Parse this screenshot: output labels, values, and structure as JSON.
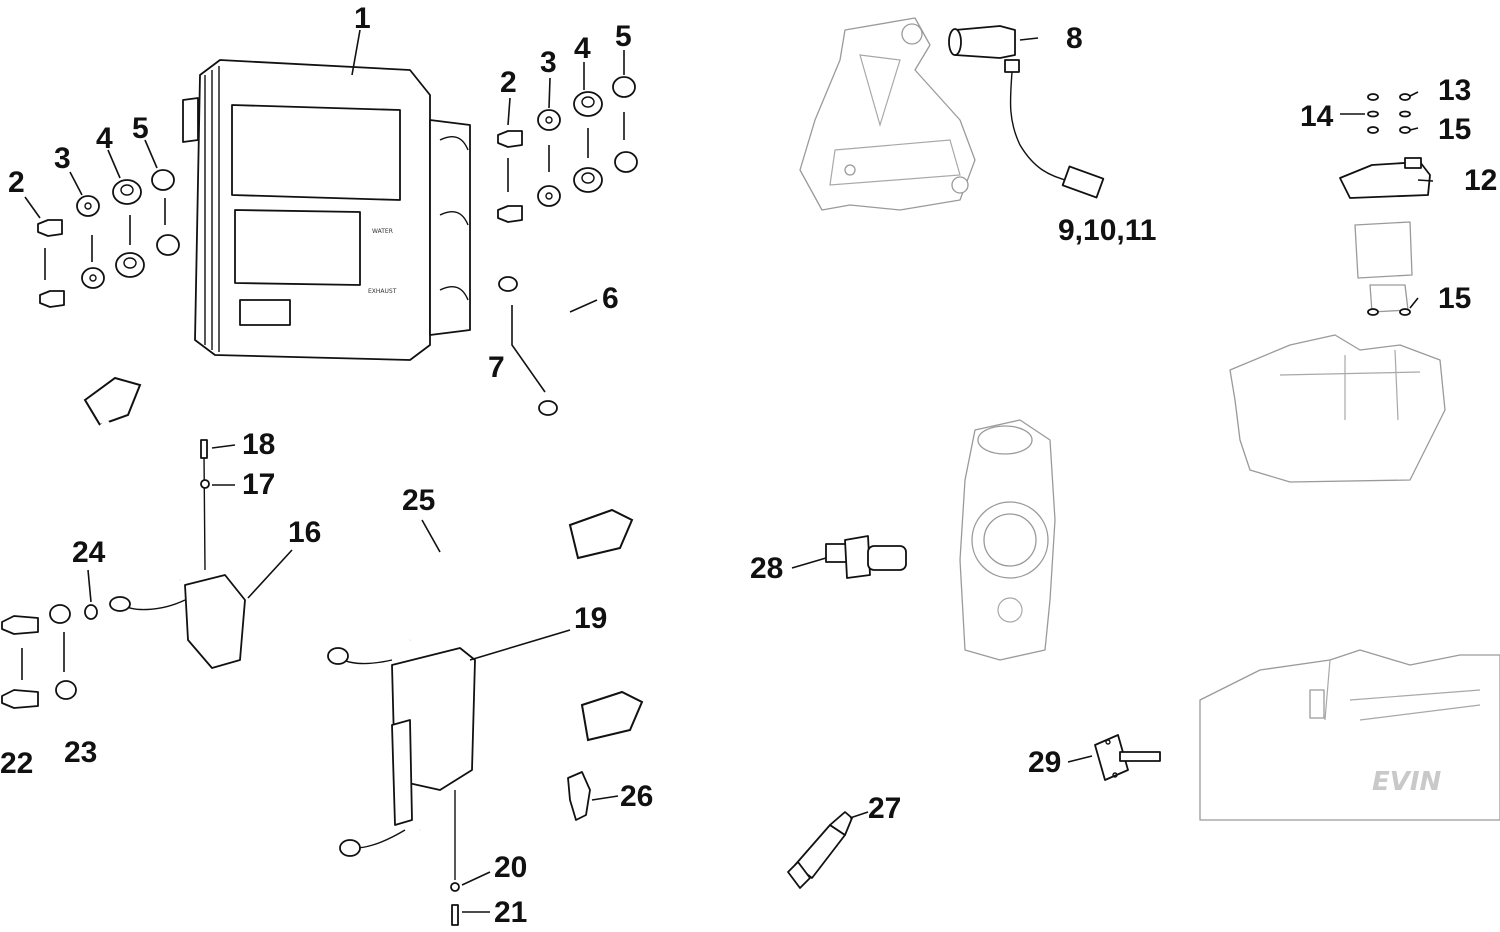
{
  "callouts": {
    "c1": "1",
    "c2a": "2",
    "c3a": "3",
    "c4a": "4",
    "c5a": "5",
    "c2b": "2",
    "c3b": "3",
    "c4b": "4",
    "c5b": "5",
    "c6": "6",
    "c7": "7",
    "c8": "8",
    "c9": "9,10,11",
    "c12": "12",
    "c13": "13",
    "c14": "14",
    "c15a": "15",
    "c15b": "15",
    "c16": "16",
    "c17": "17",
    "c18": "18",
    "c19": "19",
    "c20": "20",
    "c21": "21",
    "c22": "22",
    "c23": "23",
    "c24": "24",
    "c25": "25",
    "c26": "26",
    "c27": "27",
    "c28": "28",
    "c29": "29"
  },
  "module_labels": {
    "water": "WATER",
    "exhaust": "EXHAUST"
  },
  "cowl_brand": "EVIN",
  "colors": {
    "ink": "#111111",
    "ghost": "#9a9a9a",
    "background": "#ffffff"
  }
}
